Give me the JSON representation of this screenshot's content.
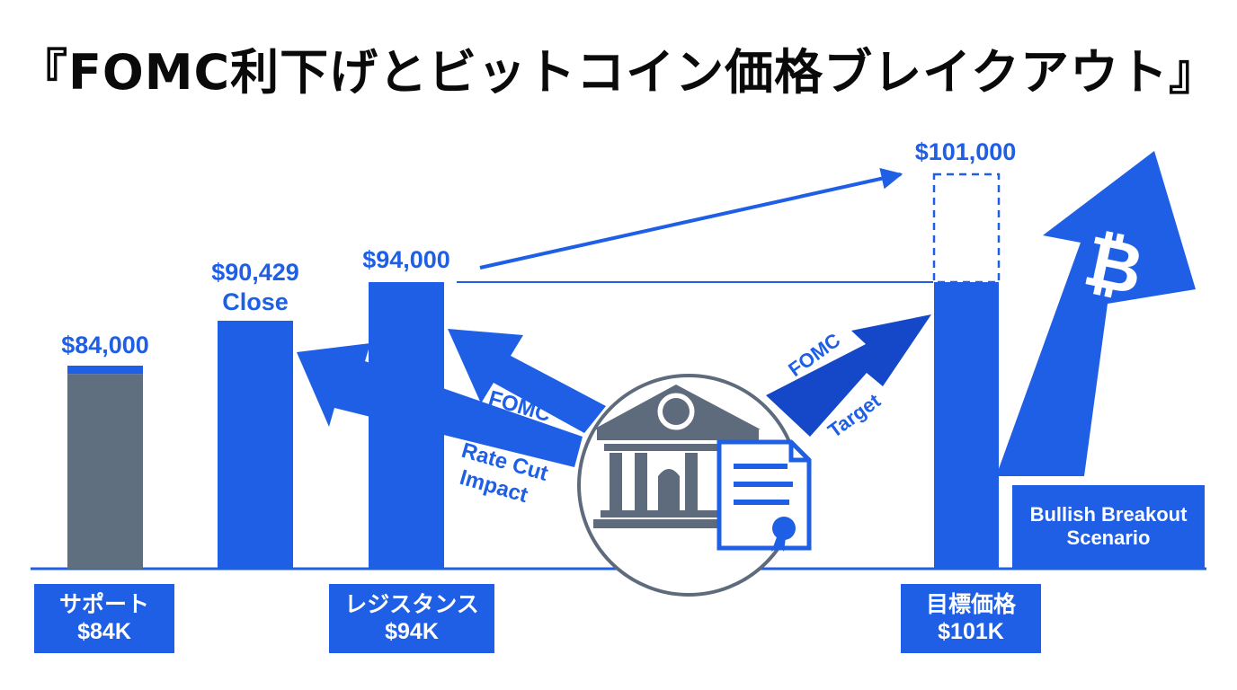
{
  "title": "『FOMC利下げとビットコイン価格ブレイクアウト』",
  "colors": {
    "accent": "#1e5fe6",
    "accent_dark": "#1448c8",
    "support_gray": "#5f6f80",
    "building_gray": "#5e6b7d",
    "ink": "#0a0a0a"
  },
  "chart_data": {
    "type": "bar",
    "categories": [
      "$84,000",
      "$90,429 Close",
      "$94,000",
      "$101,000"
    ],
    "values": [
      84000,
      90429,
      94000,
      101000
    ],
    "value_labels": [
      [
        "$84,000"
      ],
      [
        "$90,429",
        "Close"
      ],
      [
        "$94,000"
      ],
      [
        "$101,000"
      ]
    ],
    "support_gray_top": 83000,
    "target_bar_solid_top": 94000,
    "target_bar_dashed_range": [
      94000,
      101000
    ],
    "ylim": [
      73000,
      103000
    ],
    "grid": false,
    "title": "『FOMC利下げとビットコイン価格ブレイクアウト』",
    "xlabel": "",
    "ylabel": ""
  },
  "annotations": {
    "fomc_left_1": "FOMC",
    "rate_cut_line1": "Rate Cut",
    "rate_cut_line2": "Impact",
    "fomc_right": "FOMC",
    "target": "Target"
  },
  "boxes": {
    "support": {
      "line1": "サポート",
      "line2": "$84K"
    },
    "resistance": {
      "line1": "レジスタンス",
      "line2": "$94K"
    },
    "target": {
      "line1": "目標価格",
      "line2": "$101K"
    },
    "scenario": {
      "line1": "Bullish Breakout",
      "line2": "Scenario"
    }
  },
  "icons": {
    "central_bank": "bank-building-icon",
    "certificate": "document-certificate-icon",
    "bitcoin": "bitcoin-icon"
  }
}
